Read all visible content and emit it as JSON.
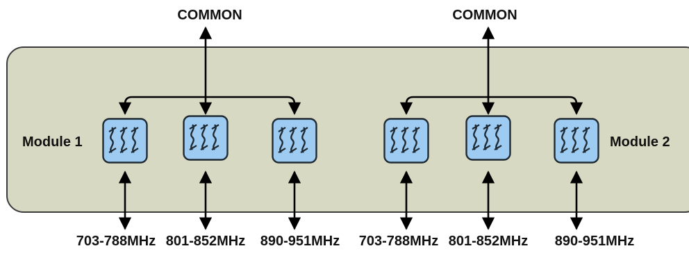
{
  "colors": {
    "panel_fill": "#d8d9c3",
    "panel_stroke": "#3a3a3a",
    "filter_fill": "#9ecbf2",
    "filter_stroke": "#1f2a33",
    "line": "#000000",
    "text": "#111111"
  },
  "modules": [
    {
      "label": "Module 1",
      "common_label": "COMMON",
      "filters": [
        {
          "band": "703-788MHz",
          "icon": "bandpass-filter-icon"
        },
        {
          "band": "801-852MHz",
          "icon": "bandpass-filter-icon"
        },
        {
          "band": "890-951MHz",
          "icon": "bandpass-filter-icon"
        }
      ]
    },
    {
      "label": "Module 2",
      "common_label": "COMMON",
      "filters": [
        {
          "band": "703-788MHz",
          "icon": "bandpass-filter-icon"
        },
        {
          "band": "801-852MHz",
          "icon": "bandpass-filter-icon"
        },
        {
          "band": "890-951MHz",
          "icon": "bandpass-filter-icon"
        }
      ]
    }
  ]
}
